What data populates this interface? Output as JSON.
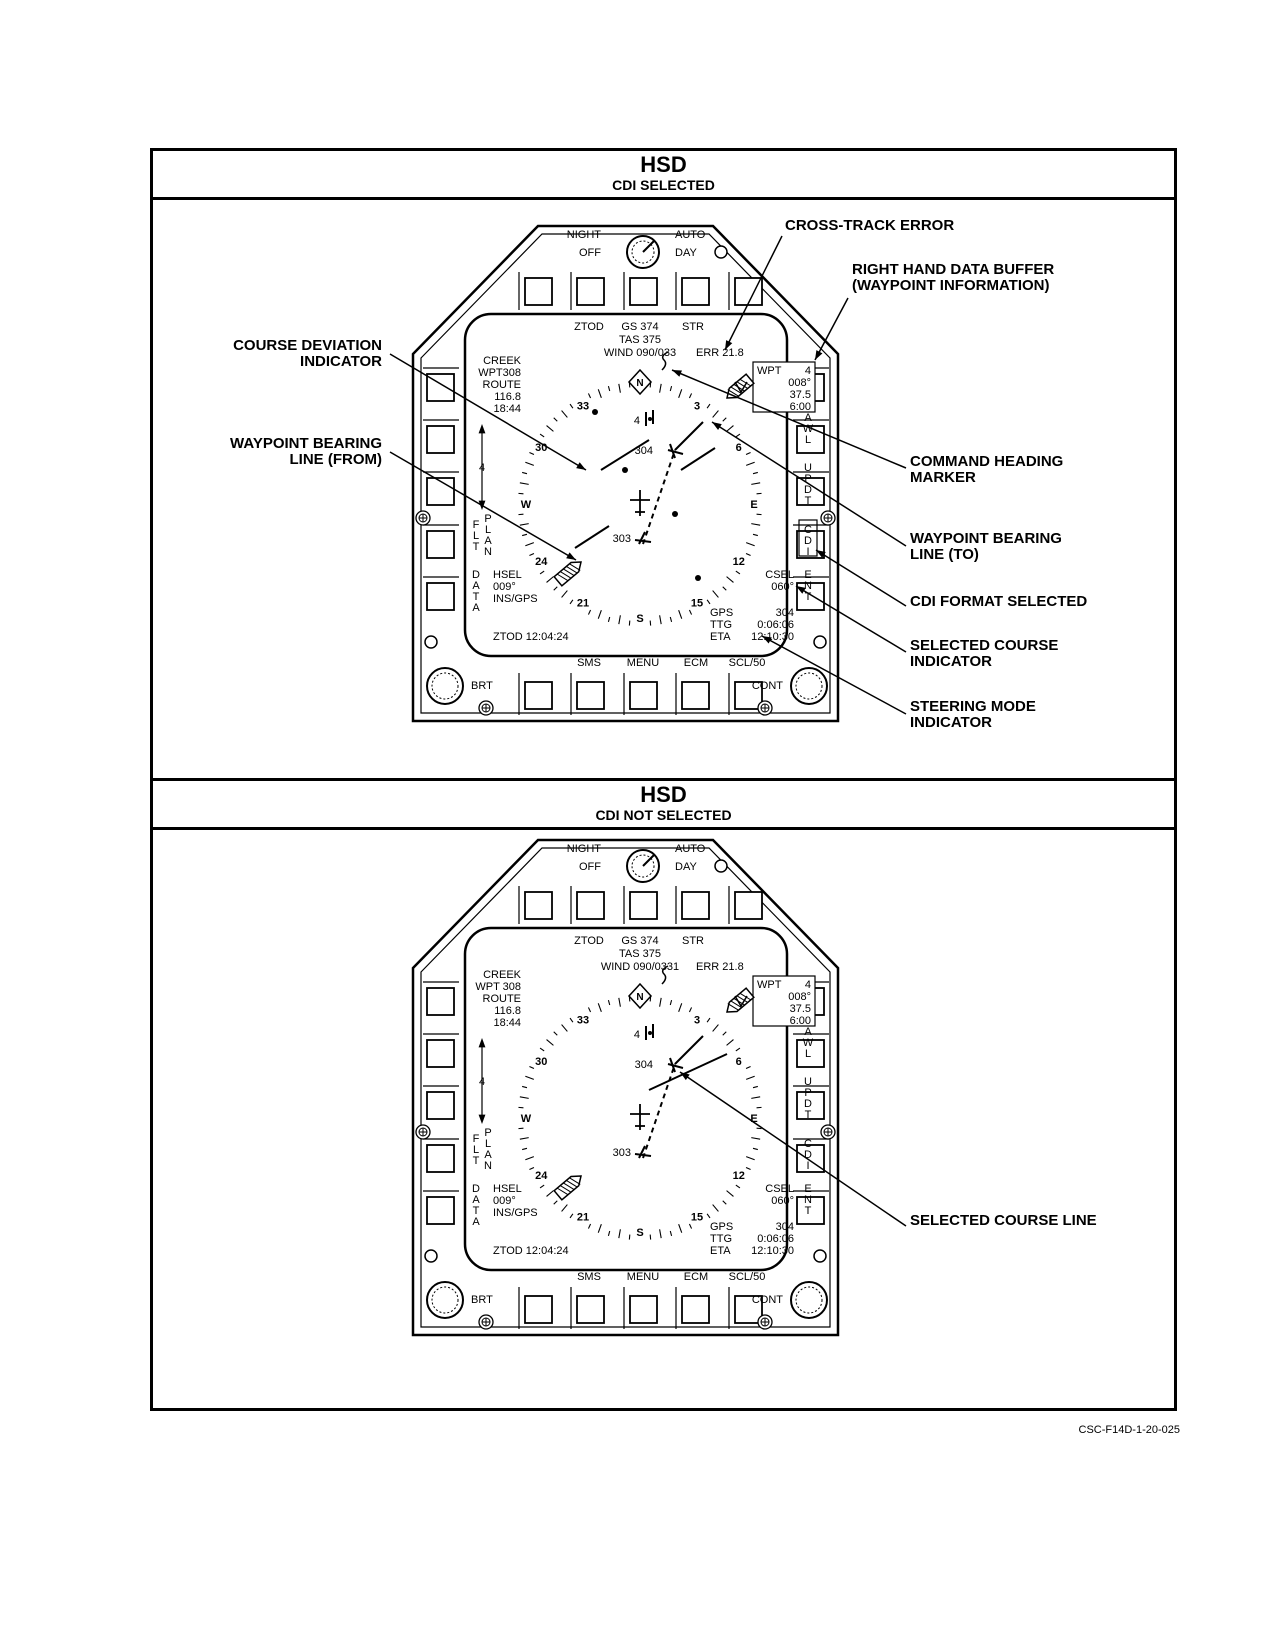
{
  "panels": [
    {
      "title": "HSD",
      "subtitle": "CDI SELECTED",
      "display": {
        "knob_top": [
          "NIGHT",
          "AUTO"
        ],
        "knob_bottom": [
          "OFF",
          "DAY"
        ],
        "top_buttons": [
          "ZTOD",
          "GS 374",
          "STR"
        ],
        "tas": "TAS 375",
        "wind": "WIND 090/033",
        "err": "ERR   21.8",
        "left_block": [
          "CREEK",
          "WPT308",
          "ROUTE",
          "116.8",
          "18:44"
        ],
        "wpt_box": {
          "label": "WPT",
          "num": "4",
          "lines": [
            "008°",
            "37.5",
            "6:00"
          ]
        },
        "scale_marker": "4",
        "left_vertical_1": [
          "F",
          "L",
          "T"
        ],
        "left_vertical_2": [
          "P",
          "L",
          "A",
          "N"
        ],
        "left_vertical_3": [
          "D",
          "A",
          "T",
          "A"
        ],
        "right_vertical_1": [
          "A",
          "W",
          "L"
        ],
        "right_vertical_2": [
          "U",
          "P",
          "D",
          "T"
        ],
        "right_vertical_3": [
          "C",
          "D",
          "I"
        ],
        "right_vertical_4": [
          "E",
          "N",
          "T"
        ],
        "hsel": [
          "HSEL",
          "009°",
          "INS/GPS"
        ],
        "csel": [
          "CSEL",
          "060°"
        ],
        "steer_left": [
          "GPS",
          "TTG",
          "ETA"
        ],
        "steer_right": [
          "304",
          "0:06:06",
          "12:10:30"
        ],
        "ztod_time": "ZTOD   12:04:24",
        "bottom_buttons": [
          "SMS",
          "MENU",
          "ECM",
          "SCL/50"
        ],
        "brt": "BRT",
        "cont": "CONT",
        "compass": [
          "N",
          "3",
          "6",
          "E",
          "12",
          "15",
          "S",
          "21",
          "24",
          "W",
          "30",
          "33"
        ],
        "wpt_labels": [
          "304",
          "303"
        ],
        "course_num": "4"
      },
      "callouts": [
        {
          "text": [
            "CROSS-TRACK ERROR"
          ]
        },
        {
          "text": [
            "RIGHT HAND DATA BUFFER",
            "(WAYPOINT INFORMATION)"
          ]
        },
        {
          "text": [
            "COURSE DEVIATION",
            "INDICATOR"
          ]
        },
        {
          "text": [
            "WAYPOINT BEARING",
            "LINE (FROM)"
          ]
        },
        {
          "text": [
            "COMMAND HEADING",
            "MARKER"
          ]
        },
        {
          "text": [
            "WAYPOINT BEARING",
            "LINE (TO)"
          ]
        },
        {
          "text": [
            "CDI FORMAT SELECTED"
          ]
        },
        {
          "text": [
            "SELECTED COURSE",
            "INDICATOR"
          ]
        },
        {
          "text": [
            "STEERING MODE",
            "INDICATOR"
          ]
        }
      ]
    },
    {
      "title": "HSD",
      "subtitle": "CDI NOT SELECTED",
      "display": {
        "knob_top": [
          "NIGHT",
          "AUTO"
        ],
        "knob_bottom": [
          "OFF",
          "DAY"
        ],
        "top_buttons": [
          "ZTOD",
          "GS 374",
          "STR"
        ],
        "tas": "TAS 375",
        "wind": "WIND 090/0331",
        "err": "ERR   21.8",
        "left_block": [
          "CREEK",
          "WPT 308",
          "ROUTE",
          "116.8",
          "18:44"
        ],
        "wpt_box": {
          "label": "WPT",
          "num": "4",
          "lines": [
            "008°",
            "37.5",
            "6:00"
          ]
        },
        "scale_marker": "4",
        "left_vertical_1": [
          "F",
          "L",
          "T"
        ],
        "left_vertical_2": [
          "P",
          "L",
          "A",
          "N"
        ],
        "left_vertical_3": [
          "D",
          "A",
          "T",
          "A"
        ],
        "right_vertical_1": [
          "A",
          "W",
          "L"
        ],
        "right_vertical_2": [
          "U",
          "P",
          "D",
          "T"
        ],
        "right_vertical_3": [
          "C",
          "D",
          "I"
        ],
        "right_vertical_4": [
          "E",
          "N",
          "T"
        ],
        "hsel": [
          "HSEL",
          "009°",
          "INS/GPS"
        ],
        "csel": [
          "CSEL",
          "060°"
        ],
        "steer_left": [
          "GPS",
          "TTG",
          "ETA"
        ],
        "steer_right": [
          "304",
          "0:06:06",
          "12:10:30"
        ],
        "ztod_time": "ZTOD   12:04:24",
        "bottom_buttons": [
          "SMS",
          "MENU",
          "ECM",
          "SCL/50"
        ],
        "brt": "BRT",
        "cont": "CONT",
        "compass": [
          "N",
          "3",
          "6",
          "E",
          "12",
          "15",
          "S",
          "21",
          "24",
          "W",
          "30",
          "33"
        ],
        "wpt_labels": [
          "304",
          "303"
        ],
        "course_num": "4"
      },
      "callouts": [
        {
          "text": [
            "SELECTED COURSE LINE"
          ]
        }
      ]
    }
  ],
  "document_id": "CSC-F14D-1-20-025"
}
